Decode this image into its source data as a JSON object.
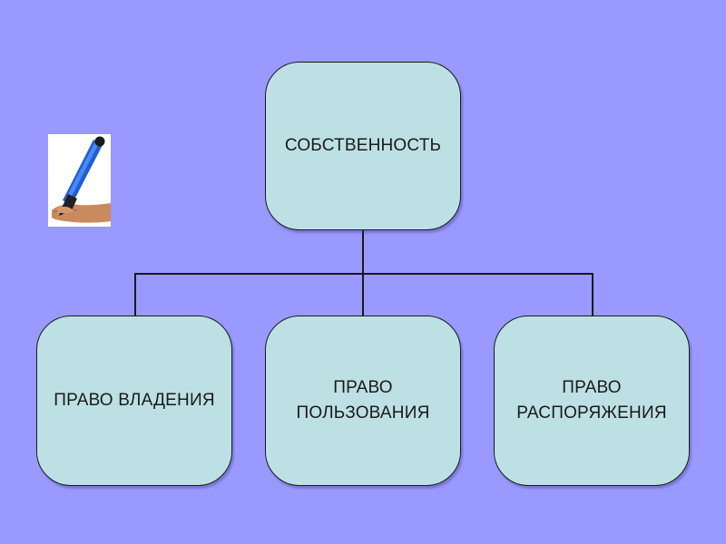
{
  "diagram": {
    "root": {
      "label": "СОБСТВЕННОСТЬ"
    },
    "children": [
      {
        "label": "ПРАВО ВЛАДЕНИЯ"
      },
      {
        "label": "ПРАВО ПОЛЬЗОВАНИЯ"
      },
      {
        "label": "ПРАВО РАСПОРЯЖЕНИЯ"
      }
    ]
  },
  "colors": {
    "background": "#9999ff",
    "node_fill": "#bde0e4",
    "node_border": "#1a1a1a",
    "connector": "#1a1a1a"
  },
  "decoration": {
    "icon": "pen-in-hand-icon"
  }
}
